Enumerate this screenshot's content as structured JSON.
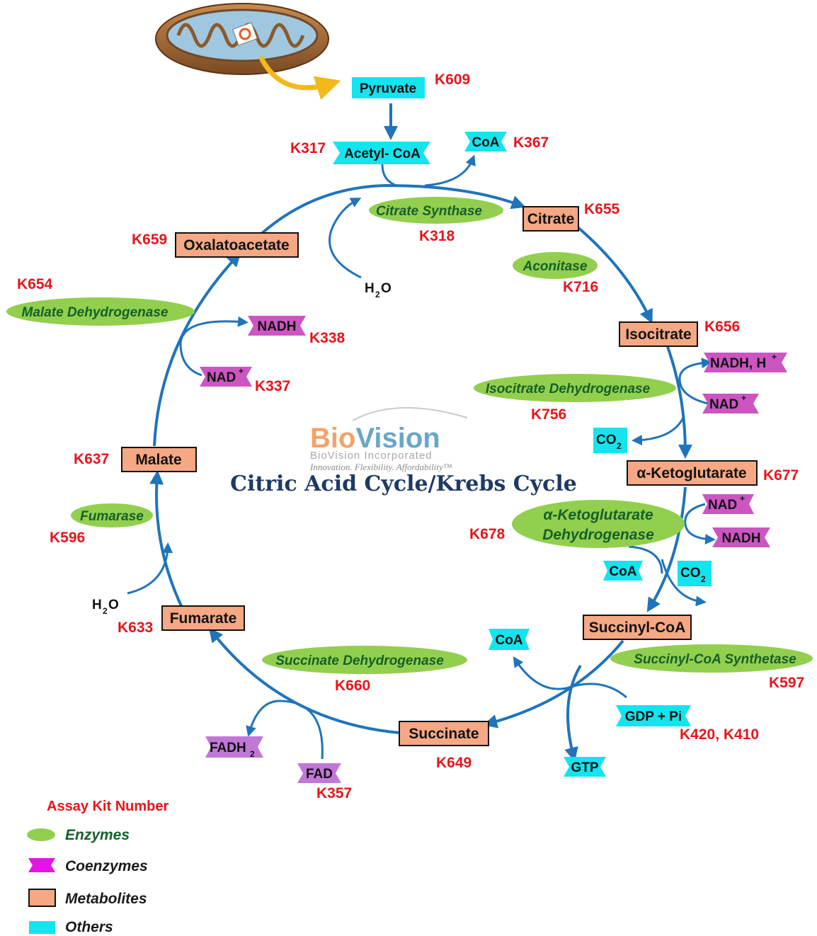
{
  "title": "Citric Acid Cycle/Krebs Cycle",
  "brand": {
    "name": "BioVision",
    "sub": "BioVision Incorporated",
    "tagline": "Innovation. Flexibility. Affordability™"
  },
  "colors": {
    "arrow": "#1f74bb",
    "kit": "#e8141c",
    "enzyme_fill": "#92cf4e",
    "enzyme_text": "#15602a",
    "coenzyme": "#cc55c2",
    "metabolite": "#f5a883",
    "other": "#13e4ee"
  },
  "metabolites": {
    "citrate": "Citrate",
    "isocitrate": "Isocitrate",
    "aketo": "α-Ketoglutarate",
    "succoa": "Succinyl-CoA",
    "succinate": "Succinate",
    "fumarate": "Fumarate",
    "malate": "Malate",
    "oxalo": "Oxalatoacetate"
  },
  "others": {
    "pyruvate": "Pyruvate",
    "acetylcoa": "Acetyl- CoA",
    "coa_top": "CoA",
    "co2_1": "CO",
    "co2_2": "CO",
    "co2_sub": "2",
    "coa_mid": "CoA",
    "coa_low": "CoA",
    "gdp": "GDP + Pi",
    "gtp": "GTP"
  },
  "coenzymes": {
    "nadh_h": "NADH, H",
    "nad_1": "NAD",
    "nad_2": "NAD",
    "nadh_2": "NADH",
    "nadh_3": "NADH",
    "nad_3": "NAD",
    "plus": "+",
    "fadh": "FADH",
    "fadh_sub": "2",
    "fad": "FAD"
  },
  "water": {
    "h": "H",
    "sub": "2",
    "o": "O"
  },
  "enzymes": {
    "citrate_synthase": "Citrate Synthase",
    "aconitase": "Aconitase",
    "isocitrate_dh": "Isocitrate Dehydrogenase",
    "aketo_dh_1": "α-Ketoglutarate",
    "aketo_dh_2": "Dehydrogenase",
    "succoa_syn": "Succinyl-CoA Synthetase",
    "succinate_dh": "Succinate Dehydrogenase",
    "fumarase": "Fumarase",
    "malate_dh": "Malate Dehydrogenase"
  },
  "kits": {
    "pyruvate": "K609",
    "acetylcoa": "K317",
    "coa": "K367",
    "citrate": "K655",
    "citrate_synthase": "K318",
    "aconitase": "K716",
    "isocitrate": "K656",
    "isocitrate_dh": "K756",
    "aketo": "K677",
    "aketo_dh": "K678",
    "succoa_syn": "K597",
    "gdp": "K420, K410",
    "succinate": "K649",
    "succinate_dh": "K660",
    "fad": "K357",
    "fumarate": "K633",
    "fumarase": "K596",
    "malate": "K637",
    "nad": "K337",
    "nadh": "K338",
    "malate_dh": "K654",
    "oxalo": "K659"
  },
  "legend": {
    "title": "Assay Kit Number",
    "enzymes": "Enzymes",
    "coenzymes": "Coenzymes",
    "metabolites": "Metabolites",
    "others": "Others"
  }
}
